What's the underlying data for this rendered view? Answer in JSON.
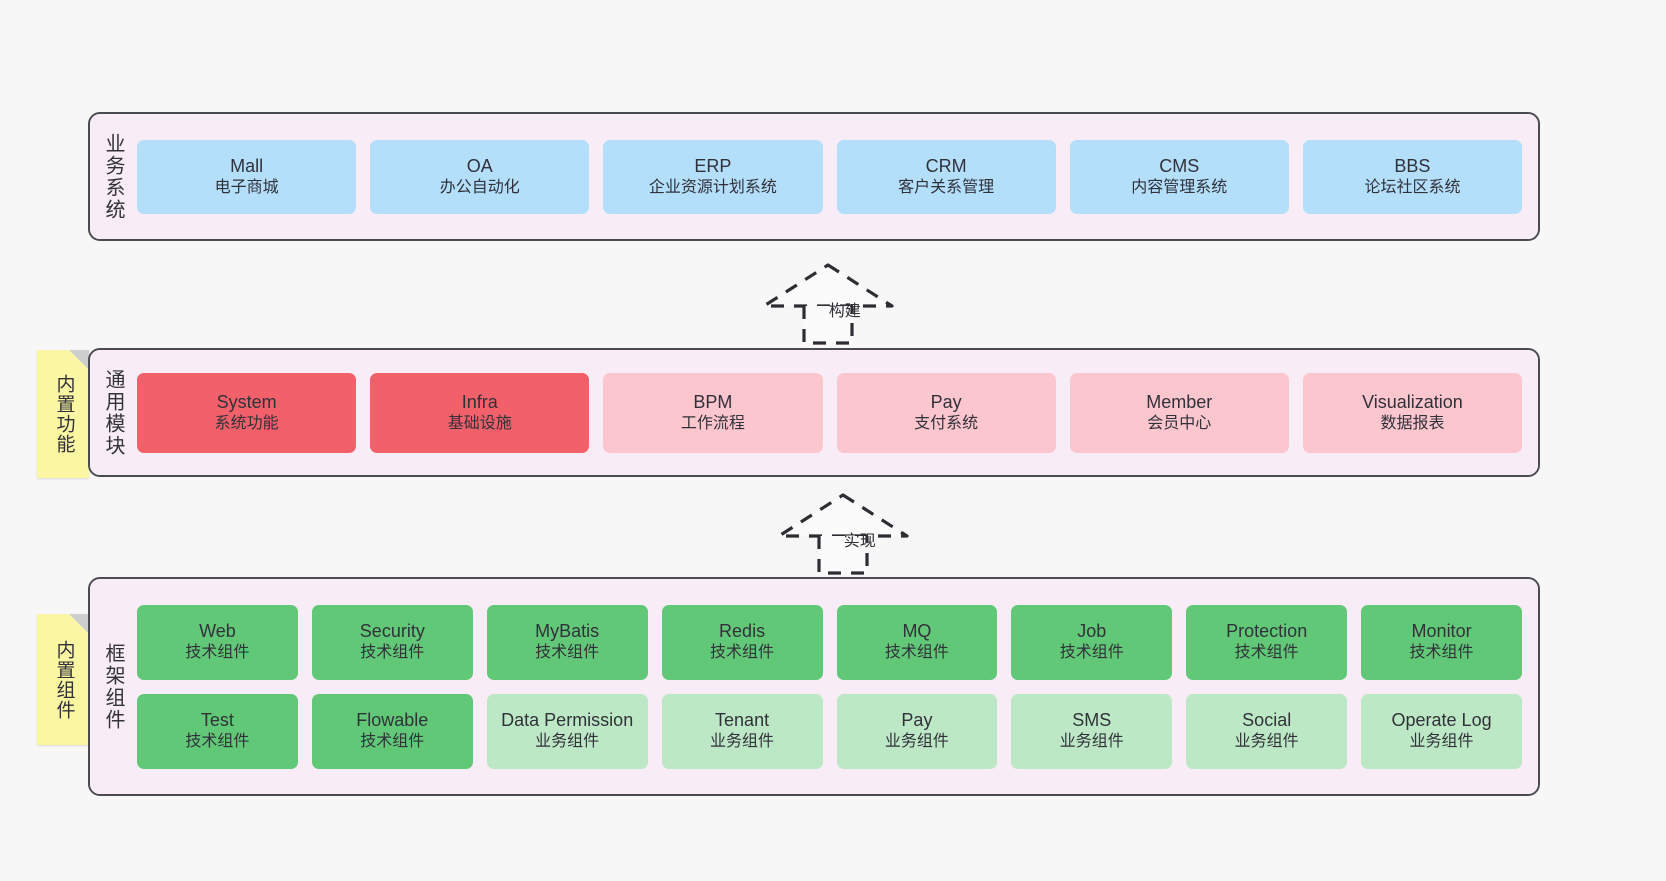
{
  "layers": {
    "business": {
      "label": "业务系统",
      "cards": [
        {
          "name": "Mall",
          "desc": "电子商城",
          "color": "#b4dffb"
        },
        {
          "name": "OA",
          "desc": "办公自动化",
          "color": "#b4dffb"
        },
        {
          "name": "ERP",
          "desc": "企业资源计划系统",
          "color": "#b4dffb"
        },
        {
          "name": "CRM",
          "desc": "客户关系管理",
          "color": "#b4dffb"
        },
        {
          "name": "CMS",
          "desc": "内容管理系统",
          "color": "#b4dffb"
        },
        {
          "name": "BBS",
          "desc": "论坛社区系统",
          "color": "#b4dffb"
        }
      ]
    },
    "common": {
      "label": "通用模块",
      "sticky": "内置功能",
      "cards": [
        {
          "name": "System",
          "desc": "系统功能",
          "color": "#f2616a"
        },
        {
          "name": "Infra",
          "desc": "基础设施",
          "color": "#f2616a"
        },
        {
          "name": "BPM",
          "desc": "工作流程",
          "color": "#fbc6ce"
        },
        {
          "name": "Pay",
          "desc": "支付系统",
          "color": "#fbc6ce"
        },
        {
          "name": "Member",
          "desc": "会员中心",
          "color": "#fbc6ce"
        },
        {
          "name": "Visualization",
          "desc": "数据报表",
          "color": "#fbc6ce"
        }
      ]
    },
    "framework": {
      "label": "框架组件",
      "sticky": "内置组件",
      "cards": [
        {
          "name": "Web",
          "desc": "技术组件",
          "color": "#61c877"
        },
        {
          "name": "Security",
          "desc": "技术组件",
          "color": "#61c877"
        },
        {
          "name": "MyBatis",
          "desc": "技术组件",
          "color": "#61c877"
        },
        {
          "name": "Redis",
          "desc": "技术组件",
          "color": "#61c877"
        },
        {
          "name": "MQ",
          "desc": "技术组件",
          "color": "#61c877"
        },
        {
          "name": "Job",
          "desc": "技术组件",
          "color": "#61c877"
        },
        {
          "name": "Protection",
          "desc": "技术组件",
          "color": "#61c877"
        },
        {
          "name": "Monitor",
          "desc": "技术组件",
          "color": "#61c877"
        },
        {
          "name": "Test",
          "desc": "技术组件",
          "color": "#61c877"
        },
        {
          "name": "Flowable",
          "desc": "技术组件",
          "color": "#61c877"
        },
        {
          "name": "Data Permission",
          "desc": "业务组件",
          "color": "#bde8c6"
        },
        {
          "name": "Tenant",
          "desc": "业务组件",
          "color": "#bde8c6"
        },
        {
          "name": "Pay",
          "desc": "业务组件",
          "color": "#bde8c6"
        },
        {
          "name": "SMS",
          "desc": "业务组件",
          "color": "#bde8c6"
        },
        {
          "name": "Social",
          "desc": "业务组件",
          "color": "#bde8c6"
        },
        {
          "name": "Operate Log",
          "desc": "业务组件",
          "color": "#bde8c6"
        }
      ]
    }
  },
  "arrows": [
    {
      "id": "build",
      "label": "构建",
      "style": "dashed-generalization",
      "direction": "up"
    },
    {
      "id": "implement",
      "label": "实现",
      "style": "dashed-generalization",
      "direction": "up"
    }
  ],
  "palette": {
    "background": "#f7f7f7",
    "layer_fill": "#f8ecf6",
    "layer_border": "#4a4a52",
    "sticky_fill": "#fbf6a2",
    "sticky_fold": "#cfcfcf",
    "blue": "#b4dffb",
    "red": "#f2616a",
    "pink": "#fbc6ce",
    "green": "#61c877",
    "light_green": "#bde8c6",
    "text": "#31313a"
  }
}
